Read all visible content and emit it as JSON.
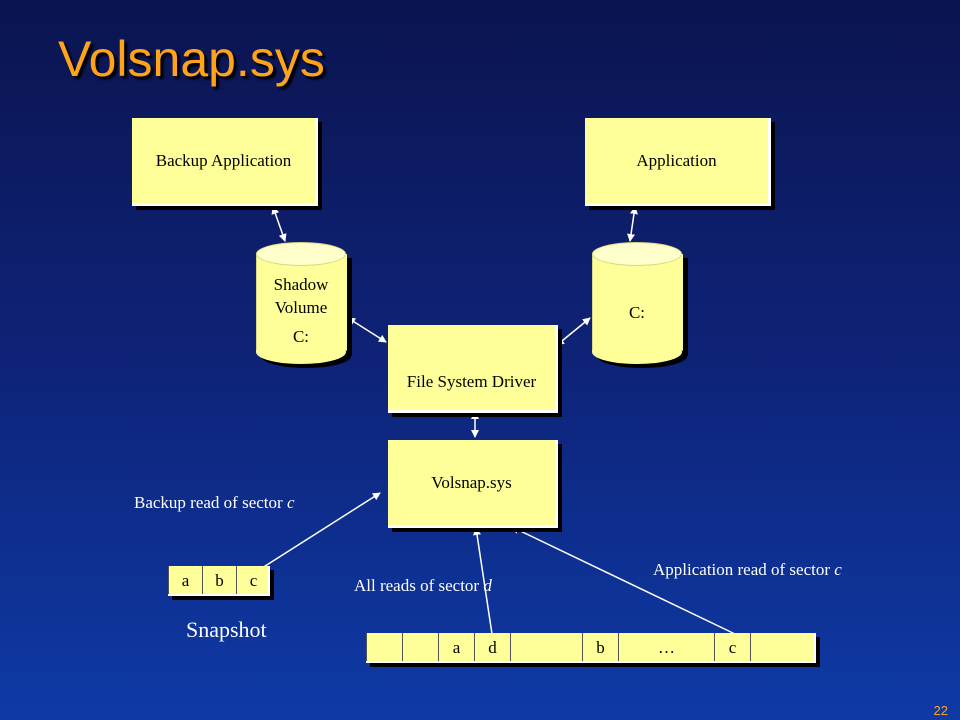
{
  "title": "Volsnap.sys",
  "boxes": {
    "backup_app": "Backup Application",
    "application": "Application",
    "fs_driver": "File System Driver",
    "volsnap": "Volsnap.sys"
  },
  "cylinders": {
    "shadow": [
      "Shadow",
      "Volume",
      "C:"
    ],
    "c_drive": "C:"
  },
  "labels": {
    "backup_read_prefix": "Backup read of sector ",
    "backup_read_sector": "c",
    "app_read_prefix": "Application read of sector ",
    "app_read_sector": "c",
    "all_reads_prefix": "All reads of sector ",
    "all_reads_sector": "d",
    "snapshot": "Snapshot"
  },
  "snapshot_cells": [
    "a",
    "b",
    "c"
  ],
  "disk_cells": [
    "",
    "",
    "a",
    "d",
    "",
    "b",
    "…",
    "c",
    ""
  ],
  "page_number": "22"
}
